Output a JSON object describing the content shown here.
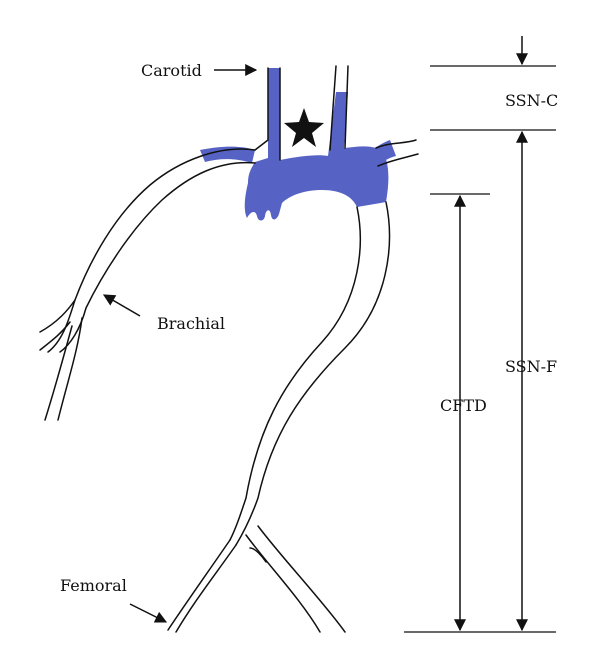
{
  "labels": {
    "carotid": "Carotid",
    "brachial": "Brachial",
    "femoral": "Femoral",
    "ssn_c": "SSN-C",
    "ssn_f": "SSN-F",
    "cftd": "CFTD"
  },
  "colors": {
    "aorta_fill": "#5663c4",
    "line": "#111111",
    "background": "#ffffff"
  },
  "icons": {
    "marker": "star-icon"
  }
}
